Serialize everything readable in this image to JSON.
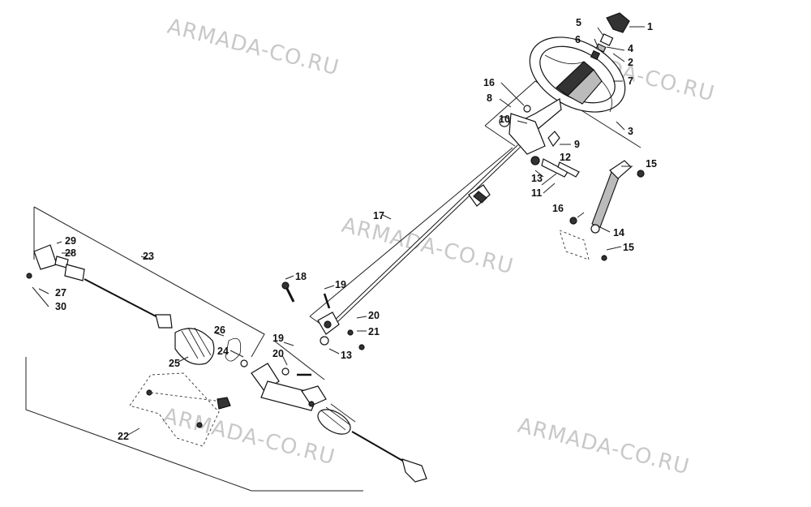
{
  "watermark": "ARMADA-CO.RU",
  "callouts": [
    {
      "id": "c1",
      "text": "1"
    },
    {
      "id": "c2",
      "text": "2"
    },
    {
      "id": "c3",
      "text": "3"
    },
    {
      "id": "c4",
      "text": "4"
    },
    {
      "id": "c5",
      "text": "5"
    },
    {
      "id": "c6",
      "text": "6"
    },
    {
      "id": "c7",
      "text": "7"
    },
    {
      "id": "c8",
      "text": "8"
    },
    {
      "id": "c9",
      "text": "9"
    },
    {
      "id": "c10",
      "text": "10"
    },
    {
      "id": "c11",
      "text": "11"
    },
    {
      "id": "c12",
      "text": "12"
    },
    {
      "id": "c13a",
      "text": "13"
    },
    {
      "id": "c13b",
      "text": "13"
    },
    {
      "id": "c14",
      "text": "14"
    },
    {
      "id": "c15a",
      "text": "15"
    },
    {
      "id": "c15b",
      "text": "15"
    },
    {
      "id": "c16a",
      "text": "16"
    },
    {
      "id": "c16b",
      "text": "16"
    },
    {
      "id": "c17",
      "text": "17"
    },
    {
      "id": "c18",
      "text": "18"
    },
    {
      "id": "c19a",
      "text": "19"
    },
    {
      "id": "c19b",
      "text": "19"
    },
    {
      "id": "c20a",
      "text": "20"
    },
    {
      "id": "c20b",
      "text": "20"
    },
    {
      "id": "c21",
      "text": "21"
    },
    {
      "id": "c22",
      "text": "22"
    },
    {
      "id": "c23",
      "text": "23"
    },
    {
      "id": "c24",
      "text": "24"
    },
    {
      "id": "c25",
      "text": "25"
    },
    {
      "id": "c26",
      "text": "26"
    },
    {
      "id": "c27",
      "text": "27"
    },
    {
      "id": "c28",
      "text": "28"
    },
    {
      "id": "c29",
      "text": "29"
    },
    {
      "id": "c30",
      "text": "30"
    }
  ]
}
